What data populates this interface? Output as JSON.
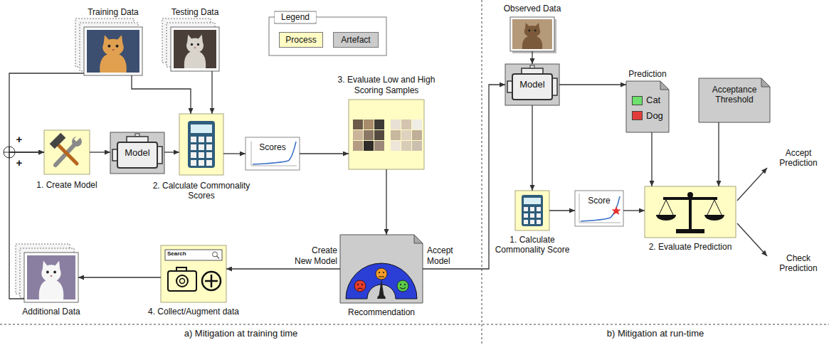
{
  "diagram": {
    "nodes": [
      {
        "text": [
          "Training Data"
        ]
      },
      {
        "text": [
          "Testing Data"
        ]
      },
      {
        "text": [
          "1. Create Model"
        ]
      },
      {
        "text": [
          "Model"
        ]
      },
      {
        "text": [
          "2. Calculate Commonality Scores"
        ]
      },
      {
        "text": [
          "Scores"
        ]
      },
      {
        "text": [
          "3. Evaluate Low and High Scoring Samples"
        ]
      },
      {
        "text": [
          "Recommendation"
        ]
      },
      {
        "text": [
          "4. Collect/Augment data"
        ]
      },
      {
        "text": [
          "Additional Data"
        ]
      },
      {
        "text": [
          "Observed Data"
        ]
      },
      {
        "text": [
          "Model"
        ]
      },
      {
        "text": [
          "Prediction",
          "Cat",
          "Dog"
        ]
      },
      {
        "text": [
          "Acceptance Threshold"
        ]
      },
      {
        "text": [
          "1. Calculate Commonality Score"
        ]
      },
      {
        "text": [
          "Score"
        ]
      },
      {
        "text": [
          "2. Evaluate Prediction"
        ]
      }
    ],
    "edges": [
      {
        "from": 0,
        "to": 2,
        "arrow": "to"
      },
      {
        "from": 9,
        "to": 2,
        "arrow": "to"
      },
      {
        "from": 0,
        "to": 4,
        "arrow": "to"
      },
      {
        "from": 1,
        "to": 4,
        "arrow": "to"
      },
      {
        "from": 2,
        "to": 3,
        "arrow": "to"
      },
      {
        "from": 3,
        "to": 4,
        "arrow": "to"
      },
      {
        "from": 4,
        "to": 5,
        "arrow": "to"
      },
      {
        "from": 5,
        "to": 6,
        "arrow": "to"
      },
      {
        "from": 6,
        "to": 7,
        "arrow": "to"
      },
      {
        "from": 7,
        "to": 8,
        "label": "Create New Model",
        "arrow": "to"
      },
      {
        "from": 8,
        "to": 9,
        "arrow": "to"
      },
      {
        "from": 7,
        "to": 11,
        "label": "Accept Model",
        "arrow": "to"
      },
      {
        "from": 10,
        "to": 11,
        "arrow": "to"
      },
      {
        "from": 11,
        "to": 12,
        "arrow": "to"
      },
      {
        "from": 11,
        "to": 14,
        "arrow": "to"
      },
      {
        "from": 14,
        "to": 15,
        "arrow": "to"
      },
      {
        "from": 15,
        "to": 16,
        "arrow": "to"
      },
      {
        "from": 12,
        "to": 16,
        "arrow": "to"
      },
      {
        "from": 13,
        "to": 16,
        "arrow": "to"
      }
    ],
    "labels": [
      "Legend",
      "+",
      "+",
      "Search",
      "Accept Prediction",
      "Check Prediction",
      "a) Mitigation at training time",
      "b) Mitigation at run-time"
    ],
    "legend": [
      {
        "text": "Process",
        "color": "#fffcc4"
      },
      {
        "text": "Artefact",
        "color": "#cccccc"
      }
    ]
  }
}
